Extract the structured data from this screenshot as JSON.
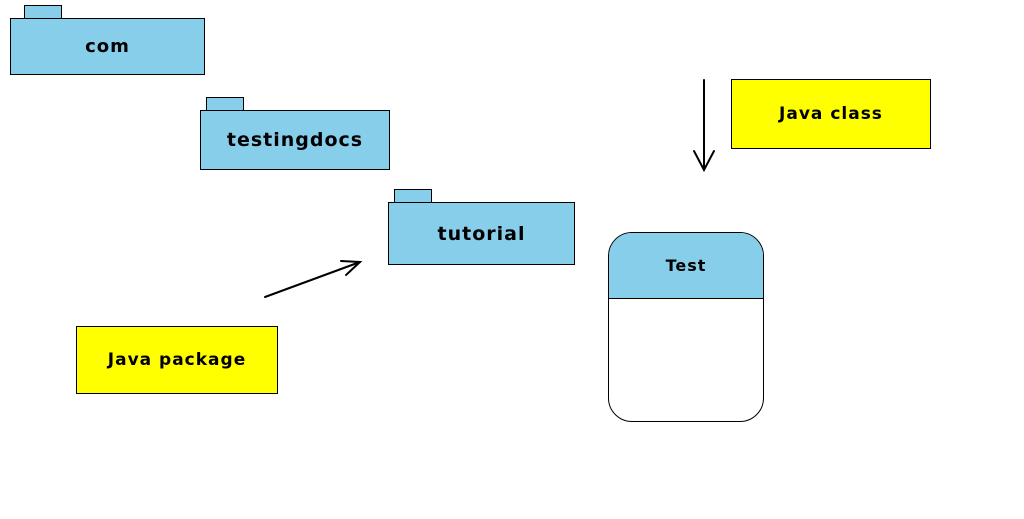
{
  "diagram": {
    "packages": [
      {
        "label": "com"
      },
      {
        "label": "testingdocs"
      },
      {
        "label": "tutorial"
      }
    ],
    "annotations": [
      {
        "label": "Java package"
      },
      {
        "label": "Java class"
      }
    ],
    "class_box": {
      "label": "Test"
    },
    "colors": {
      "package_fill": "#87CEEB",
      "annotation_fill": "#FFFF00",
      "border": "#000000",
      "class_header_fill": "#87CEEB"
    }
  }
}
